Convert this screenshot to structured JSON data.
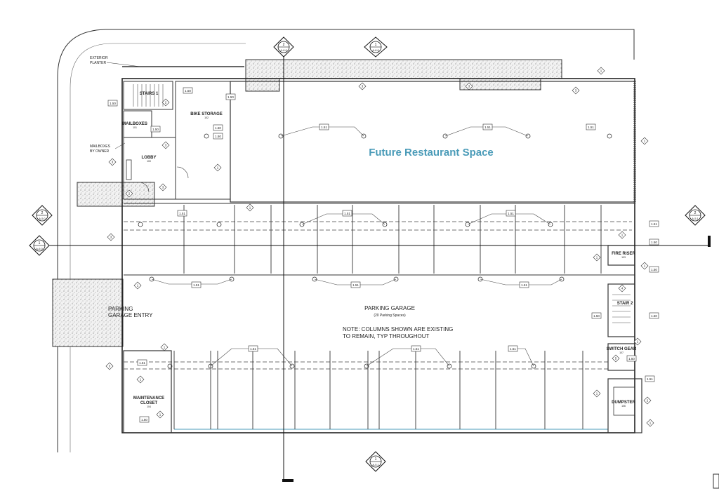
{
  "plan_title": "Future Restaurant Space",
  "rooms": {
    "stairs_1": {
      "name": "STAIRS 1",
      "num": ""
    },
    "mailboxes": {
      "name": "MAILBOXES",
      "num": "101"
    },
    "lobby": {
      "name": "LOBBY",
      "num": "100"
    },
    "bike_storage": {
      "name": "BIKE STORAGE",
      "num": "102"
    },
    "fire_riser": {
      "name": "FIRE RISER",
      "num": "103"
    },
    "stair_2": {
      "name": "STAIR 2",
      "num": ""
    },
    "switch_gear": {
      "name": "SWITCH GEAR",
      "num": "107"
    },
    "dumpster": {
      "name": "DUMPSTER",
      "num": "106"
    },
    "maintenance": {
      "name_line1": "MAINTENANCE",
      "name_line2": "CLOSET",
      "num": "104"
    }
  },
  "notes": {
    "exterior_planter_1": "EXTERIOR",
    "exterior_planter_2": "PLANTER",
    "mailboxes_owner_1": "MAILBOXES",
    "mailboxes_owner_2": "BY OWNER",
    "garage_entry_1": "PARKING",
    "garage_entry_2": "GARAGE ENTRY",
    "parking_garage": "PARKING GARAGE",
    "parking_spaces": "(20 Parking Spaces)",
    "columns_note_1": "NOTE: COLUMNS SHOWN ARE EXISTING",
    "columns_note_2": "TO REMAIN, TYP THROUGHOUT"
  },
  "section_markers": [
    {
      "num": "2",
      "sheet": "A-6.0"
    },
    {
      "num": "1",
      "sheet": "A-6.0"
    },
    {
      "num": "2",
      "sheet": "A-5.0"
    },
    {
      "num": "1",
      "sheet": "A-6.0"
    },
    {
      "num": "2",
      "sheet": "A-5.1"
    },
    {
      "num": "1",
      "sheet": "A-5.1"
    }
  ],
  "keynote_tags": [
    "1.50",
    "1.51"
  ],
  "keynote_diamonds": [
    "1",
    "2",
    "3",
    "4",
    "5"
  ]
}
